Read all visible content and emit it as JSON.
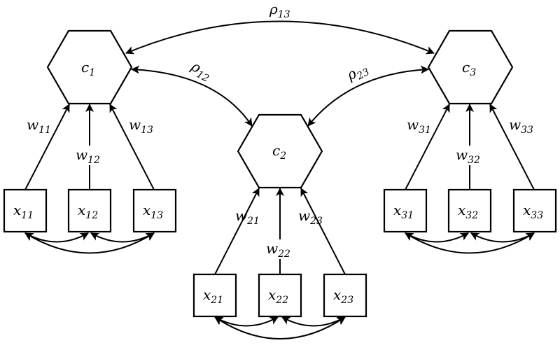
{
  "constructs": [
    {
      "id": "c1",
      "base": "c",
      "sub": "1"
    },
    {
      "id": "c2",
      "base": "c",
      "sub": "2"
    },
    {
      "id": "c3",
      "base": "c",
      "sub": "3"
    }
  ],
  "indicators": [
    {
      "id": "x11",
      "base": "x",
      "sub": "11"
    },
    {
      "id": "x12",
      "base": "x",
      "sub": "12"
    },
    {
      "id": "x13",
      "base": "x",
      "sub": "13"
    },
    {
      "id": "x21",
      "base": "x",
      "sub": "21"
    },
    {
      "id": "x22",
      "base": "x",
      "sub": "22"
    },
    {
      "id": "x23",
      "base": "x",
      "sub": "23"
    },
    {
      "id": "x31",
      "base": "x",
      "sub": "31"
    },
    {
      "id": "x32",
      "base": "x",
      "sub": "32"
    },
    {
      "id": "x33",
      "base": "x",
      "sub": "33"
    }
  ],
  "weights": [
    {
      "id": "w11",
      "base": "w",
      "sub": "11"
    },
    {
      "id": "w12",
      "base": "w",
      "sub": "12"
    },
    {
      "id": "w13",
      "base": "w",
      "sub": "13"
    },
    {
      "id": "w21",
      "base": "w",
      "sub": "21"
    },
    {
      "id": "w22",
      "base": "w",
      "sub": "22"
    },
    {
      "id": "w23",
      "base": "w",
      "sub": "23"
    },
    {
      "id": "w31",
      "base": "w",
      "sub": "31"
    },
    {
      "id": "w32",
      "base": "w",
      "sub": "32"
    },
    {
      "id": "w33",
      "base": "w",
      "sub": "33"
    }
  ],
  "correlations": [
    {
      "id": "rho12",
      "base": "ρ",
      "sub": "12"
    },
    {
      "id": "rho13",
      "base": "ρ",
      "sub": "13"
    },
    {
      "id": "rho23",
      "base": "ρ",
      "sub": "23"
    }
  ]
}
